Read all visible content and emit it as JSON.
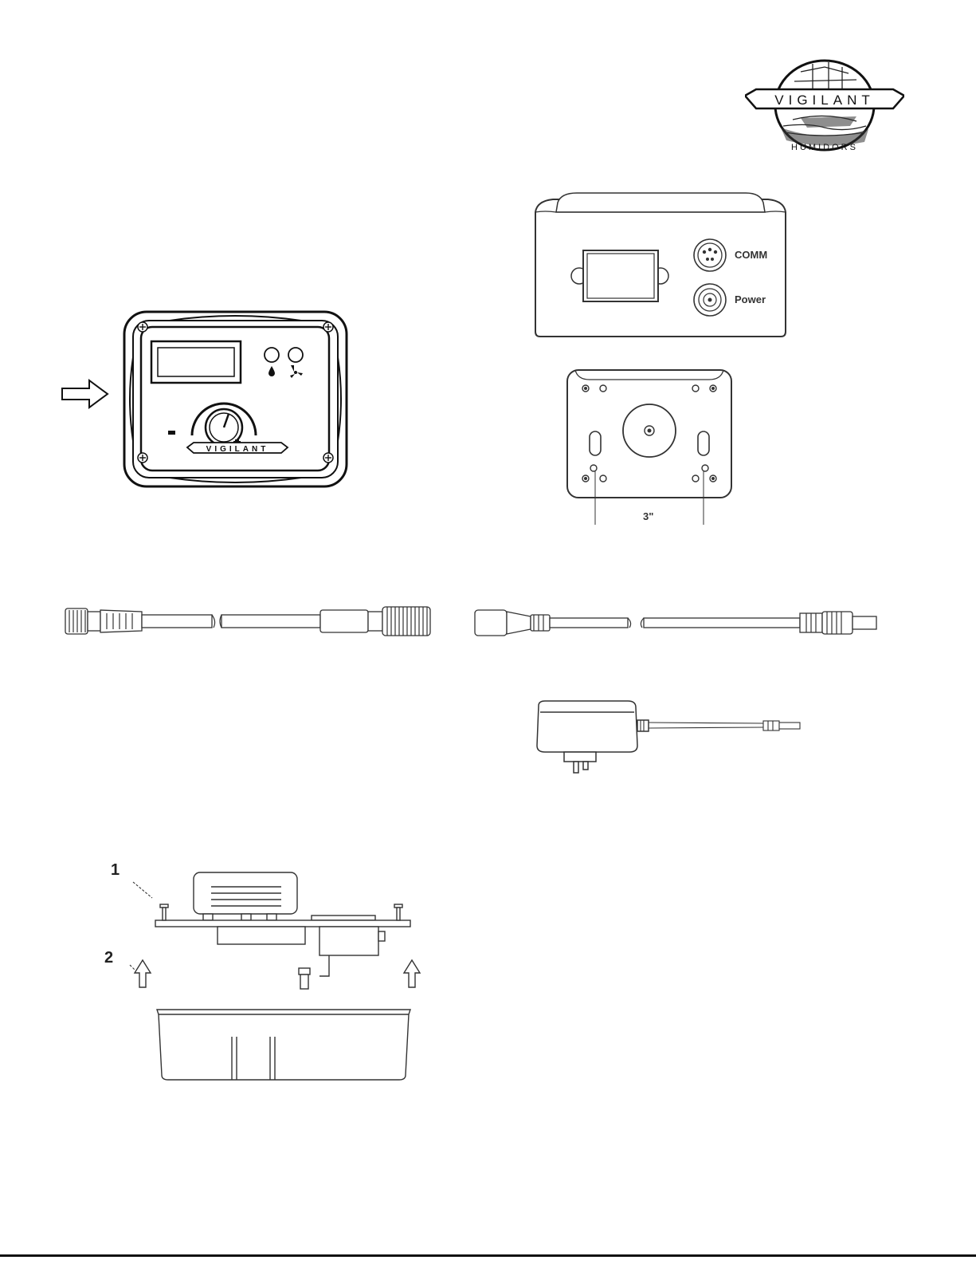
{
  "logo": {
    "brand": "VIGILANT",
    "sub": "HUMIDORS"
  },
  "front_panel": {
    "brand": "VIGILANT"
  },
  "side_panel": {
    "comm_label": "COMM",
    "power_label": "Power"
  },
  "back_panel": {
    "spacing_label": "3\""
  },
  "assembly": {
    "step1": "1",
    "step2": "2"
  }
}
